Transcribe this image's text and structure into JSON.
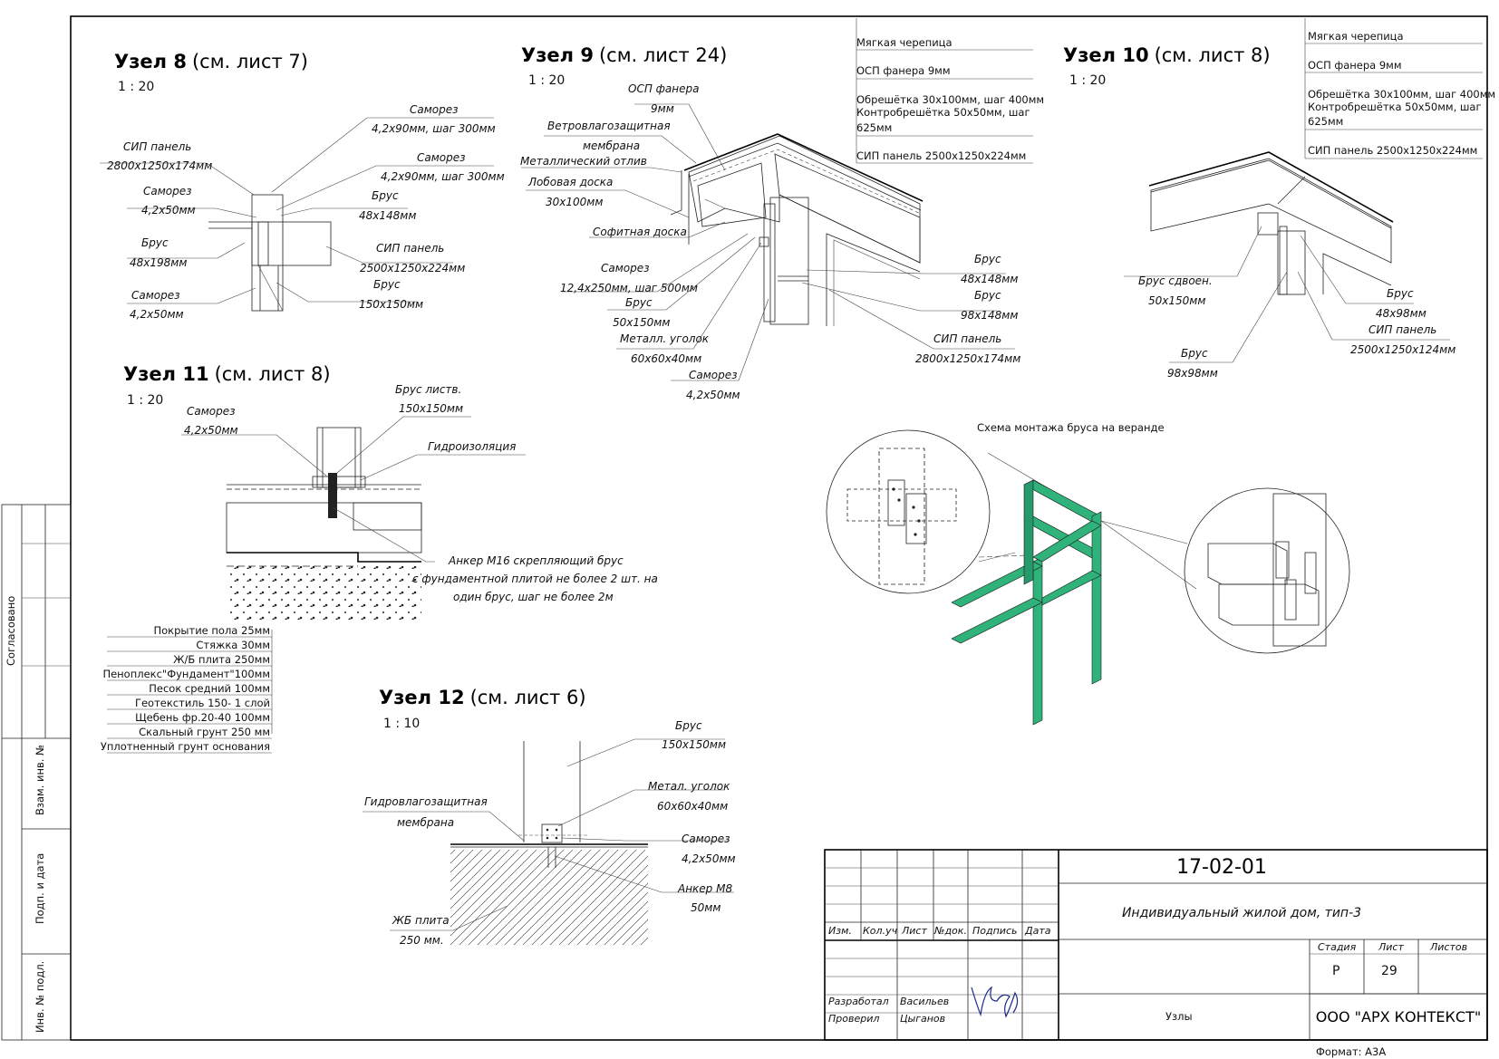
{
  "side": {
    "agreed": "Согласовано",
    "swap_inv": "Взам. инв. №",
    "sign_date": "Подп. и дата",
    "inv_orig": "Инв. № подл."
  },
  "node8": {
    "title": "Узел 8",
    "ref": "(см. лист 7)",
    "scale": "1 : 20",
    "labels": {
      "screw1_name": "Саморез",
      "screw1_size": "4,2х90мм, шаг 300мм",
      "screw2_name": "Саморез",
      "screw2_size": "4,2х90мм, шаг 300мм",
      "sip_name": "СИП панель",
      "sip_size": "2800х1250х174мм",
      "screw3_name": "Саморез",
      "screw3_size": "4,2х50мм",
      "beam1_name": "Брус",
      "beam1_size": "48х148мм",
      "beam2_name": "Брус",
      "beam2_size": "48х198мм",
      "sip2_name": "СИП панель",
      "sip2_size": "2500х1250х224мм",
      "screw4_name": "Саморез",
      "screw4_size": "4,2х50мм",
      "beam3_name": "Брус",
      "beam3_size": "150х150мм"
    }
  },
  "node9": {
    "title": "Узел 9",
    "ref": "(см. лист 24)",
    "scale": "1 : 20",
    "labels": {
      "osb_name": "ОСП фанера",
      "osb_size": "9мм",
      "membrane_1": "Ветровлагозащитная",
      "membrane_2": "мембрана",
      "drip": "Металлический отлив",
      "fascia_name": "Лобовая доска",
      "fascia_size": "30х100мм",
      "soffit": "Софитная доска",
      "screw_name": "Саморез",
      "screw_size": "12,4х250мм, шаг 500мм",
      "beam_name": "Брус",
      "beam_size": "50х150мм",
      "angle_name": "Металл. уголок",
      "angle_size": "60х60х40мм",
      "screw2_name": "Саморез",
      "screw2_size": "4,2х50мм",
      "beam2_name": "Брус",
      "beam2_size": "48х148мм",
      "beam3_name": "Брус",
      "beam3_size": "98х148мм",
      "sip_name": "СИП панель",
      "sip_size": "2800х1250х174мм"
    },
    "layers": [
      "Мягкая черепица",
      "ОСП фанера 9мм",
      "Обрешётка 30х100мм, шаг 400мм",
      "Контробрешётка 50х50мм, шаг",
      "625мм",
      "СИП панель 2500х1250х224мм"
    ]
  },
  "node10": {
    "title": "Узел 10",
    "ref": "(см. лист 8)",
    "scale": "1 : 20",
    "labels": {
      "dbl_name": "Брус сдвоен.",
      "dbl_size": "50х150мм",
      "beam_name": "Брус",
      "beam_size": "98х98мм",
      "beam2_name": "Брус",
      "beam2_size": "48х98мм",
      "sip_name": "СИП панель",
      "sip_size": "2500х1250х124мм"
    },
    "layers": [
      "Мягкая черепица",
      "ОСП фанера 9мм",
      "Обрешётка 30х100мм, шаг 400мм",
      "Контробрешётка 50х50мм, шаг",
      "625мм",
      "СИП панель 2500х1250х224мм"
    ]
  },
  "node11": {
    "title": "Узел 11",
    "ref": "(см. лист 8)",
    "scale": "1 : 20",
    "labels": {
      "beam_name": "Брус листв.",
      "beam_size": "150х150мм",
      "screw_name": "Саморез",
      "screw_size": "4,2х50мм",
      "waterproof": "Гидроизоляция",
      "anchor_1": "Анкер М16 скрепляющий брус",
      "anchor_2": "с фундаментной плитой не более 2 шт. на",
      "anchor_3": "один брус, шаг не более 2м"
    },
    "layers": [
      "Покрытие пола 25мм",
      "Стяжка 30мм",
      "Ж/Б плита 250мм",
      "Пеноплекс\"Фундамент\"100мм",
      "Песок средний 100мм",
      "Геотекстиль 150- 1 слой",
      "Щебень фр.20-40 100мм",
      "Скальный грунт 250 мм",
      "Уплотненный грунт основания"
    ]
  },
  "node12": {
    "title": "Узел 12",
    "ref": "(см. лист 6)",
    "scale": "1 : 10",
    "labels": {
      "beam_name": "Брус",
      "beam_size": "150х150мм",
      "angle_name": "Метал. уголок",
      "angle_size": "60х60х40мм",
      "membrane_1": "Гидровлагозащитная",
      "membrane_2": "мембрана",
      "screw_name": "Саморез",
      "screw_size": "4,2х50мм",
      "anchor_name": "Анкер М8",
      "anchor_size": "50мм",
      "slab_name": "ЖБ плита",
      "slab_size": "250 мм."
    }
  },
  "scheme": {
    "title": "Схема монтажа бруса на веранде",
    "colors": {
      "frame": "#2fb37a",
      "beam_green": "#1e8a1e",
      "beam_yellow": "#f2f01a",
      "post": "#f5c3b0"
    }
  },
  "stamp": {
    "code": "17-02-01",
    "project": "Индивидуальный жилой дом, тип-3",
    "headers": [
      "Изм.",
      "Кол.уч",
      "Лист",
      "№док.",
      "Подпись",
      "Дата"
    ],
    "dev_role": "Разработал",
    "dev_name": "Васильев",
    "chk_role": "Проверил",
    "chk_name": "Цыганов",
    "sheet_title": "Узлы",
    "stage_label": "Стадия",
    "sheet_label": "Лист",
    "sheets_label": "Листов",
    "stage": "Р",
    "sheet": "29",
    "company": "ООО \"АРХ КОНТЕКСТ\"",
    "format": "Формат: А3А"
  }
}
